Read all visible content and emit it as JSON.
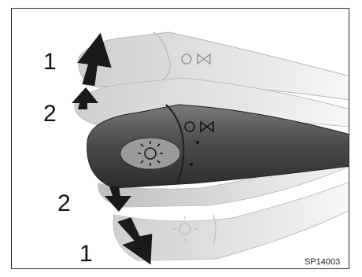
{
  "labels": {
    "top_1": "1",
    "top_2": "2",
    "bottom_2": "2",
    "bottom_1": "1"
  },
  "figure_code": "SP14003",
  "icons": {
    "lever_knob": "headlight-sun-icon",
    "stalk_top": "high-beam-icon",
    "arrows": [
      "arrow-up-icon",
      "arrow-down-icon"
    ]
  },
  "colors": {
    "stalk_dark": "#4a4a4a",
    "stalk_faded": "#d6d6d6",
    "arrow": "#1a1a1a",
    "border": "#2a2a2a"
  }
}
